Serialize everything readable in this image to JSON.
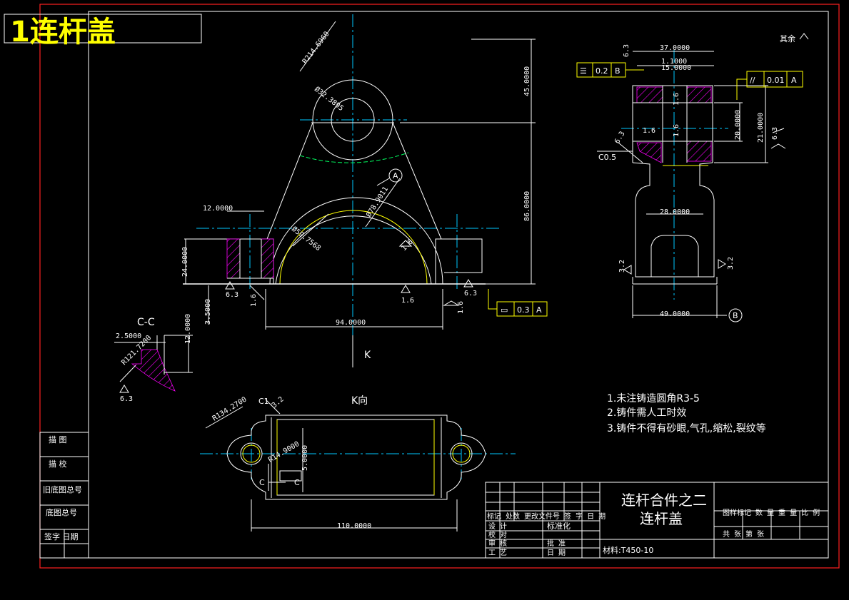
{
  "header_label": "1连杆盖",
  "front_view": {
    "dims": {
      "r214": "R214.6960",
      "d32": "Ø32.3895",
      "d78": "Ø78.9011",
      "d59": "Ø59.7568",
      "h45": "45.0000",
      "h86": "86.0000",
      "w12": "12.0000",
      "h24": "24.0000",
      "h3_5": "3.5000",
      "w94": "94.0000"
    },
    "roughness": [
      "6.3",
      "6.3",
      "1.6",
      "1.6",
      "1.6",
      "1.6"
    ],
    "datum_a": "A",
    "view_arrow_k": "K",
    "flatness": {
      "symbol": "▭",
      "value": "0.3",
      "datum": "A"
    }
  },
  "section_cc": {
    "title": "C-C",
    "dims": {
      "w2_5": "2.5000",
      "h12": "12.0000",
      "r121": "R121.7200"
    },
    "roughness": "6.3"
  },
  "k_view": {
    "title": "K向",
    "dims": {
      "r134": "R134.2700",
      "r14": "R14.9000",
      "h5": "5.0000",
      "w110": "110.0000"
    },
    "cut_label": "C",
    "roughness": "3.2",
    "chamfer": "C1"
  },
  "side_view": {
    "dims": {
      "w37": "37.0000",
      "w1_1": "1.1000",
      "w15": "15.0000",
      "h20": "20.0000",
      "h21": "21.0000",
      "w28": "28.0000",
      "w49": "49.0000"
    },
    "roughness": [
      "6.3",
      "1.6",
      "1.6",
      "1.6",
      "6.3",
      "6.3",
      "3.2",
      "3.2"
    ],
    "chamfer": "C0.5",
    "tolerance_top": {
      "value": "0.2",
      "datum": "B"
    },
    "tolerance_right": {
      "value": "0.01",
      "datum": "A"
    },
    "datum_b": "B",
    "other_roughness": "其余"
  },
  "notes": [
    "1.未注铸造圆角R3-5",
    "2.铸件需人工时效",
    "3.铸件不得有砂眼,气孔,缩松,裂纹等"
  ],
  "title_block": {
    "part_title_1": "连杆合件之二",
    "part_title_2": "连杆盖",
    "material": "材料:T450-10",
    "header_row": "标记 处数 更改文件号 签 字 日 期",
    "rows": [
      "设 计",
      "校 对",
      "审 核",
      "工 艺"
    ],
    "standard": "标准化",
    "approve": "批 准",
    "date": "日 期",
    "right_header": "图样标记  数 量  重 量  比 例",
    "right_row": "共   张    第   张"
  },
  "left_strip": [
    "描 图",
    "描 校",
    "旧底图总号",
    "底图总号",
    "签字  日期"
  ]
}
